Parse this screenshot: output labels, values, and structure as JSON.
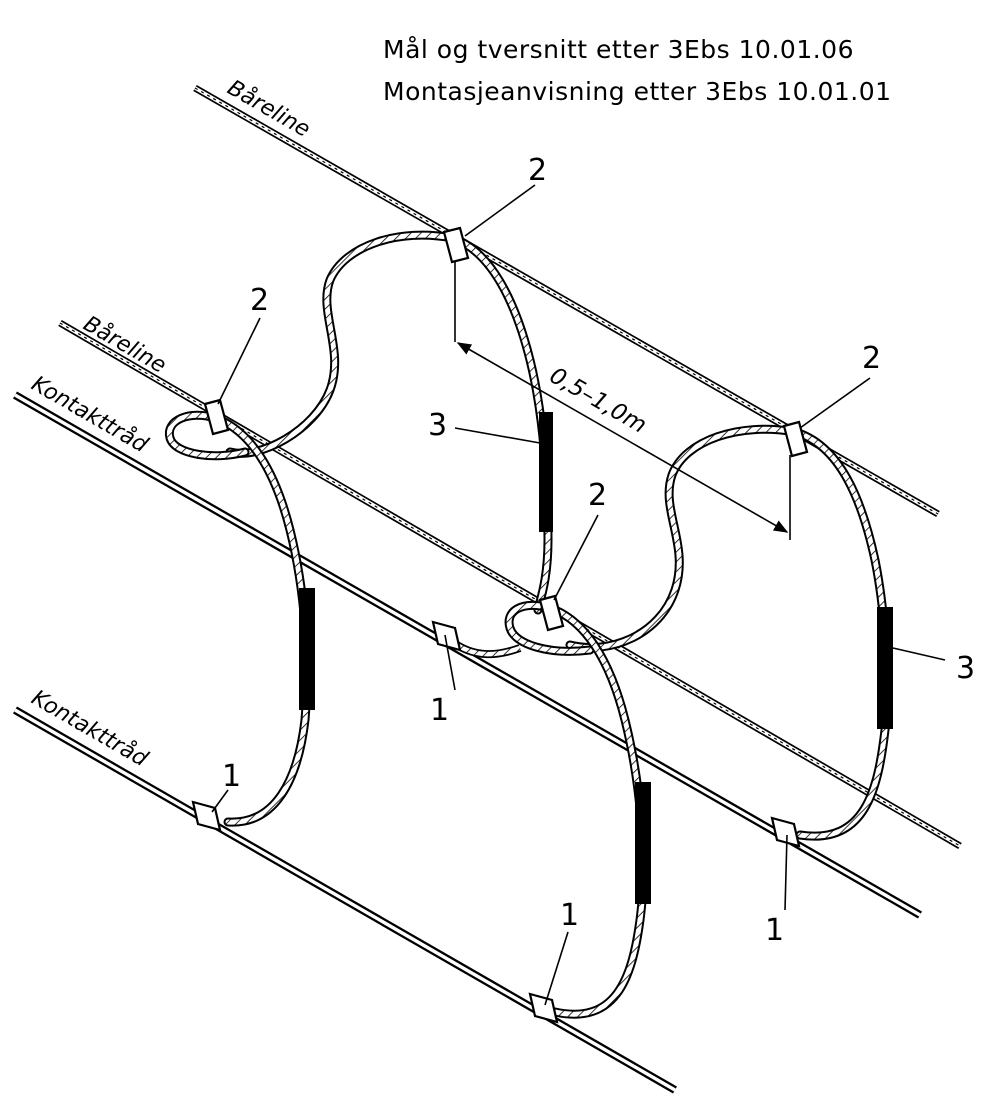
{
  "notes": {
    "line1": "Mål og tversnitt etter 3Ebs 10.01.06",
    "line2": "Montasjeanvisning etter 3Ebs 10.01.01"
  },
  "wires": {
    "messenger_upper": "Båreline",
    "messenger_lower": "Båreline",
    "contact_upper": "Kontakttråd",
    "contact_lower": "Kontakttråd"
  },
  "callouts": {
    "clamp_messenger": "2",
    "clamp_contact": "1",
    "sleeve": "3"
  },
  "dimension": {
    "spacing": "0,5–1,0m"
  }
}
